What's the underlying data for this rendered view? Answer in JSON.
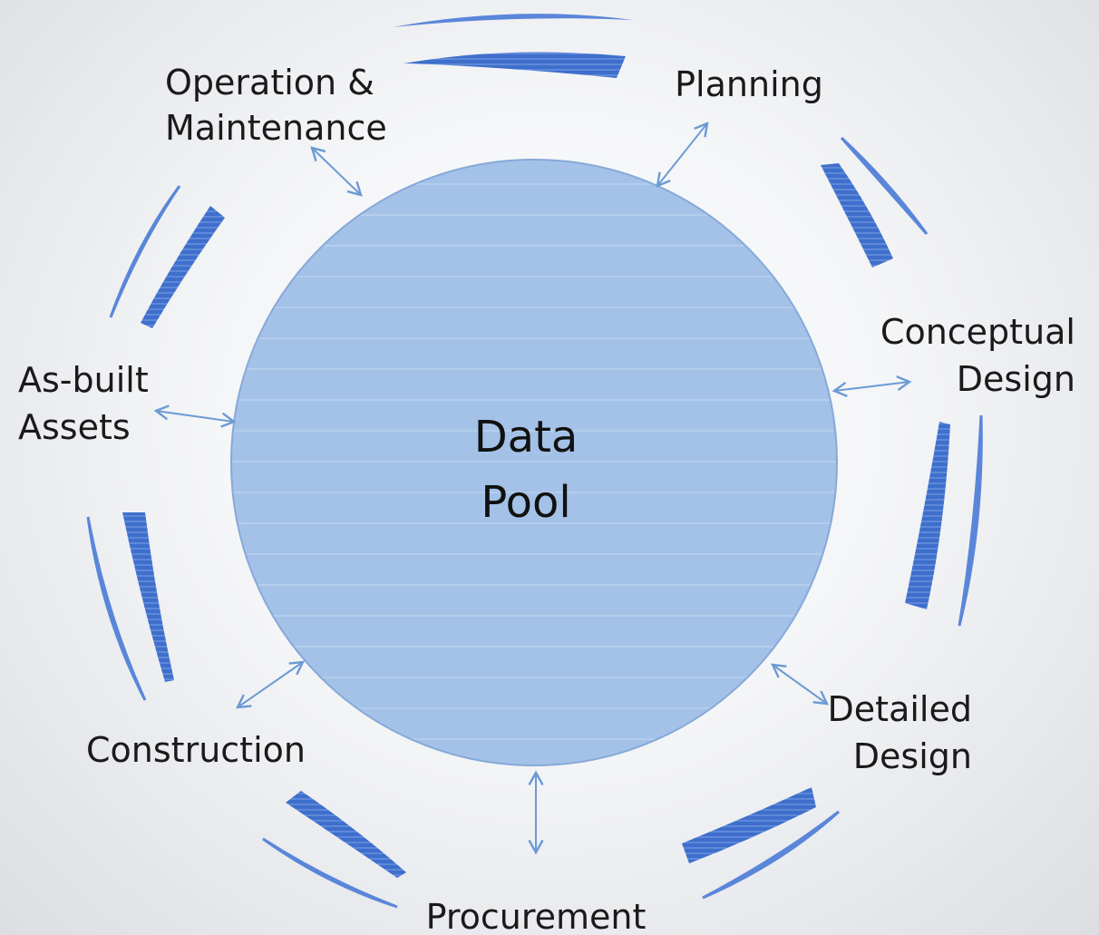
{
  "colors": {
    "pool_fill": "#a4c2e8",
    "pool_stroke": "#86a9d8",
    "arrow": "#6b9ad4",
    "arc_dark": "#3f6fcc",
    "arc_light": "#5a86da"
  },
  "center": {
    "line1": "Data",
    "line2": "Pool"
  },
  "stages": {
    "planning": {
      "line1": "Planning"
    },
    "conceptual": {
      "line1": "Conceptual",
      "line2": "Design"
    },
    "detailed": {
      "line1": "Detailed",
      "line2": "Design"
    },
    "procurement": {
      "line1": "Procurement"
    },
    "construction": {
      "line1": "Construction"
    },
    "asbuilt": {
      "line1": "As-built",
      "line2": "Assets"
    },
    "operation": {
      "line1": "Operation &",
      "line2": "Maintenance"
    }
  }
}
